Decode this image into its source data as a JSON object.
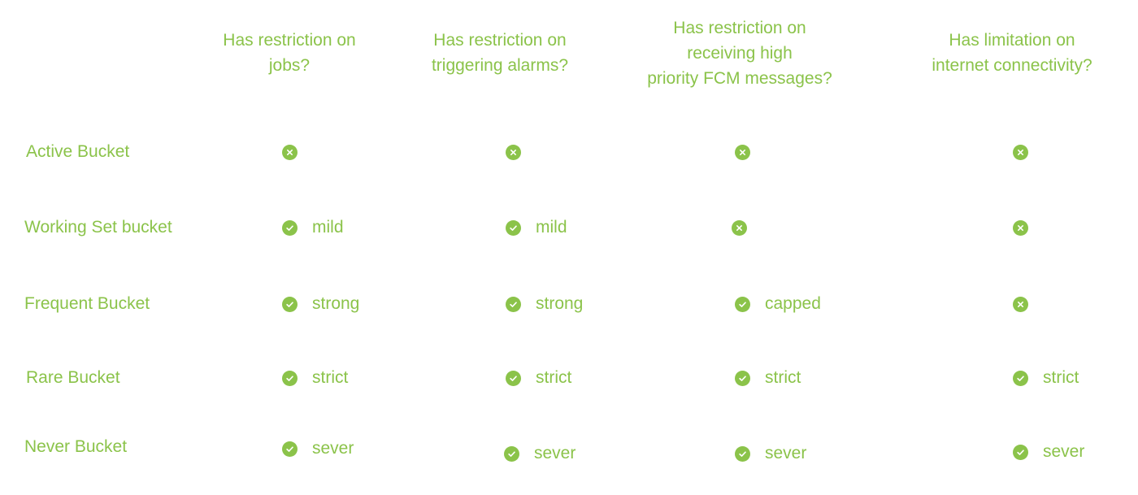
{
  "headers": [
    "Has restriction on\njobs?",
    "Has restriction on\ntriggering alarms?",
    "Has restriction on\nreceiving high\npriority FCM messages?",
    "Has limitation on\ninternet connectivity?"
  ],
  "rows": [
    {
      "label": "Active Bucket",
      "cells": [
        {
          "icon": "cross-icon",
          "text": ""
        },
        {
          "icon": "cross-icon",
          "text": ""
        },
        {
          "icon": "cross-icon",
          "text": ""
        },
        {
          "icon": "cross-icon",
          "text": ""
        }
      ]
    },
    {
      "label": "Working Set bucket",
      "cells": [
        {
          "icon": "check-icon",
          "text": "mild"
        },
        {
          "icon": "check-icon",
          "text": "mild"
        },
        {
          "icon": "cross-icon",
          "text": ""
        },
        {
          "icon": "cross-icon",
          "text": ""
        }
      ]
    },
    {
      "label": "Frequent Bucket",
      "cells": [
        {
          "icon": "check-icon",
          "text": "strong"
        },
        {
          "icon": "check-icon",
          "text": "strong"
        },
        {
          "icon": "check-icon",
          "text": "capped"
        },
        {
          "icon": "cross-icon",
          "text": ""
        }
      ]
    },
    {
      "label": "Rare Bucket",
      "cells": [
        {
          "icon": "check-icon",
          "text": "strict"
        },
        {
          "icon": "check-icon",
          "text": "strict"
        },
        {
          "icon": "check-icon",
          "text": "strict"
        },
        {
          "icon": "check-icon",
          "text": "strict"
        }
      ]
    },
    {
      "label": "Never Bucket",
      "cells": [
        {
          "icon": "check-icon",
          "text": "sever"
        },
        {
          "icon": "check-icon",
          "text": "sever"
        },
        {
          "icon": "check-icon",
          "text": "sever"
        },
        {
          "icon": "check-icon",
          "text": "sever"
        }
      ]
    }
  ],
  "colors": {
    "accent": "#8bc34a",
    "background": "#ffffff"
  }
}
